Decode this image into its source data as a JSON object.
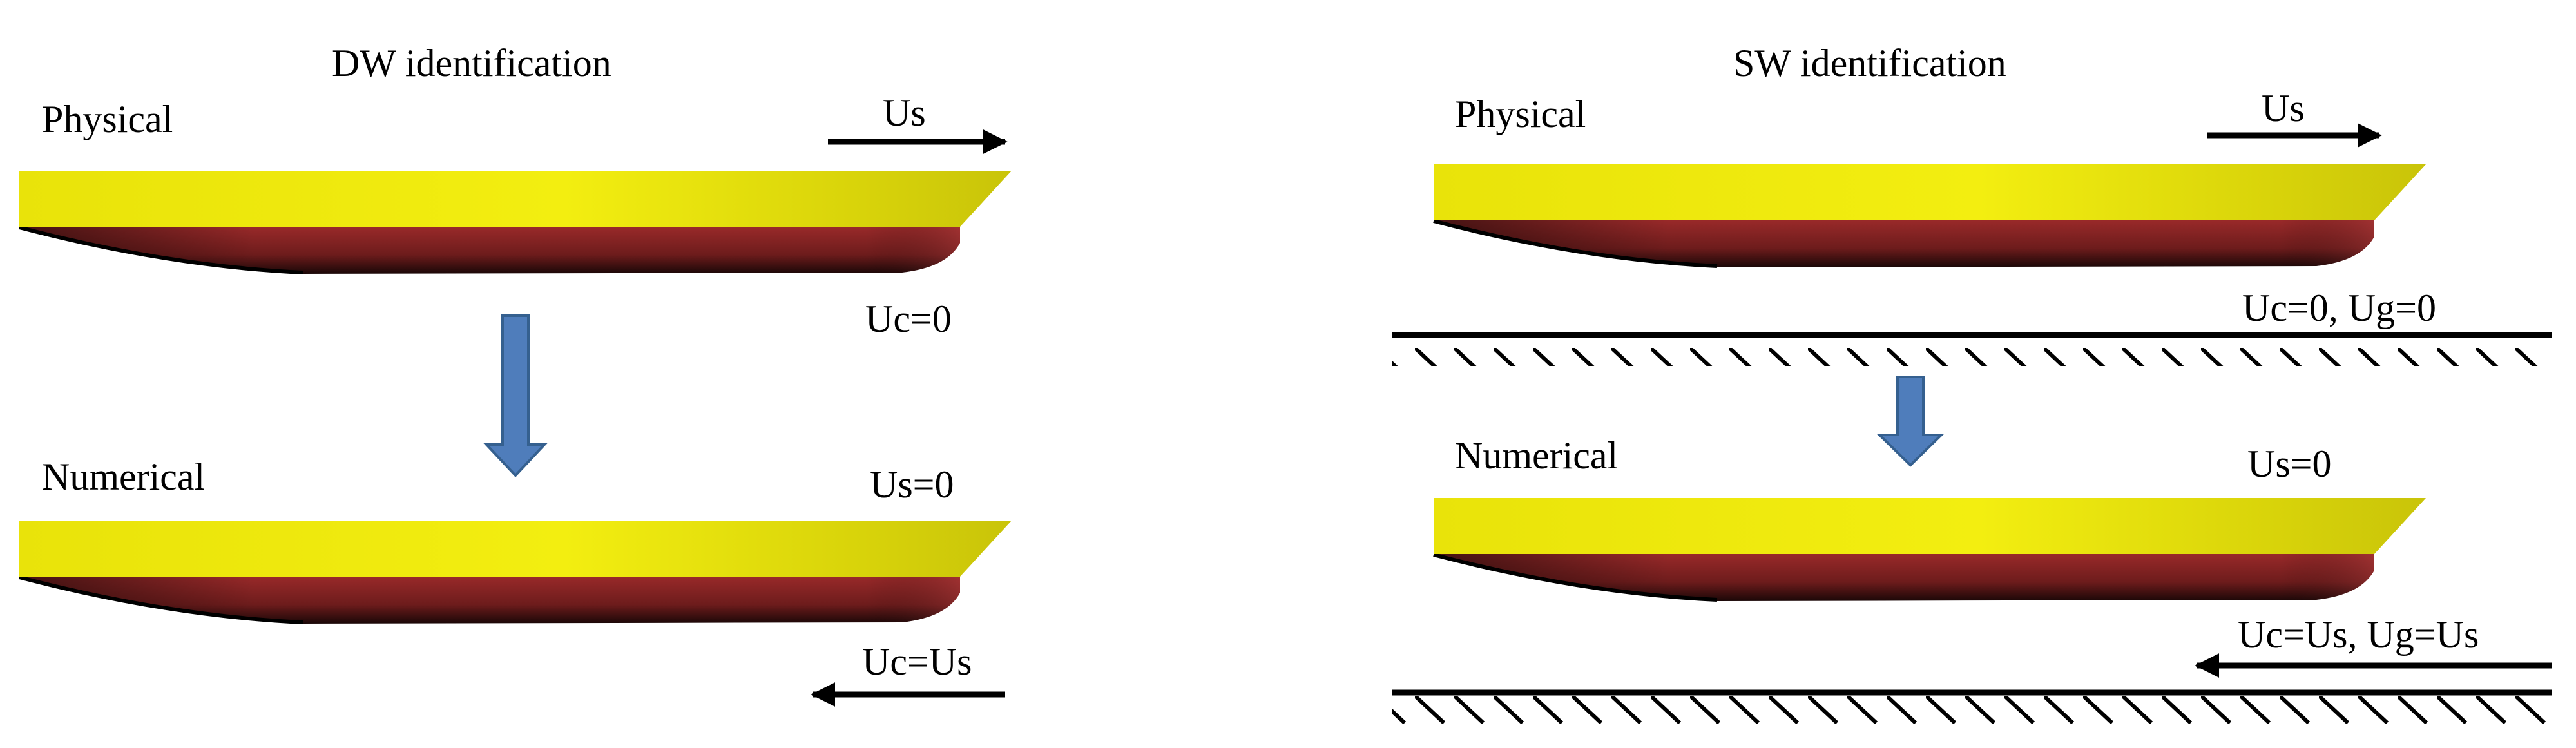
{
  "panels": {
    "dw": {
      "title": "DW identification",
      "physical": {
        "label": "Physical",
        "ship_speed": "Us",
        "current": "Uc=0"
      },
      "numerical": {
        "label": "Numerical",
        "ship_speed": "Us=0",
        "current": "Uc=Us"
      }
    },
    "sw": {
      "title": "SW identification",
      "physical": {
        "label": "Physical",
        "ship_speed": "Us",
        "current": "Uc=0, Ug=0"
      },
      "numerical": {
        "label": "Numerical",
        "ship_speed": "Us=0",
        "current": "Uc=Us, Ug=Us"
      }
    }
  },
  "colors": {
    "hull_top": "#f0ea0a",
    "hull_bottom": "#9b2a2a",
    "transition_arrow": "#4f7dbb",
    "ink": "#000000"
  }
}
